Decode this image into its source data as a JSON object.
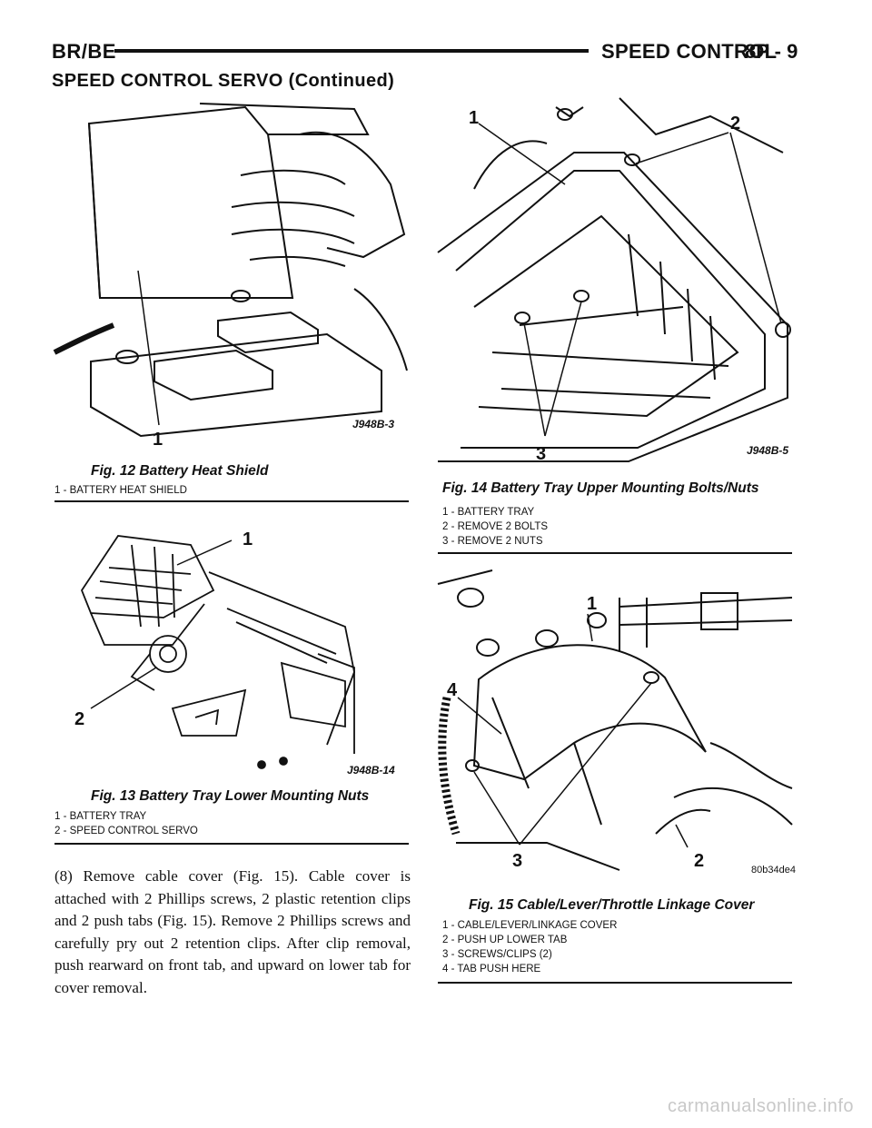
{
  "header": {
    "model": "BR/BE",
    "section": "SPEED CONTROL",
    "page": "8P - 9"
  },
  "continued_title": "SPEED CONTROL SERVO (Continued)",
  "figures": {
    "fig12": {
      "caption": "Fig. 12 Battery Heat Shield",
      "code": "J948B-3",
      "callouts": [
        "1"
      ],
      "legend": [
        "1 - BATTERY HEAT SHIELD"
      ]
    },
    "fig13": {
      "caption": "Fig. 13 Battery Tray Lower Mounting Nuts",
      "code": "J948B-14",
      "callouts": [
        "1",
        "2"
      ],
      "legend": [
        "1 - BATTERY TRAY",
        "2 - SPEED CONTROL SERVO"
      ]
    },
    "fig14": {
      "caption": "Fig. 14 Battery Tray Upper Mounting Bolts/Nuts",
      "code": "J948B-5",
      "callouts": [
        "1",
        "2",
        "3"
      ],
      "legend": [
        "1 - BATTERY TRAY",
        "2 - REMOVE 2 BOLTS",
        "3 - REMOVE 2 NUTS"
      ]
    },
    "fig15": {
      "caption": "Fig. 15 Cable/Lever/Throttle Linkage Cover",
      "code": "80b34de4",
      "callouts": [
        "1",
        "2",
        "3",
        "4"
      ],
      "legend": [
        "1 - CABLE/LEVER/LINKAGE COVER",
        "2 - PUSH UP LOWER TAB",
        "3 - SCREWS/CLIPS (2)",
        "4 - TAB PUSH HERE"
      ]
    }
  },
  "body_text": "(8) Remove cable cover (Fig. 15). Cable cover is attached with 2 Phillips screws, 2 plastic retention clips and 2 push tabs (Fig. 15). Remove 2 Phillips screws and carefully pry out 2 retention clips. After clip removal, push rearward on front tab, and upward on lower tab for cover removal.",
  "watermark": "carmanualsonline.info"
}
